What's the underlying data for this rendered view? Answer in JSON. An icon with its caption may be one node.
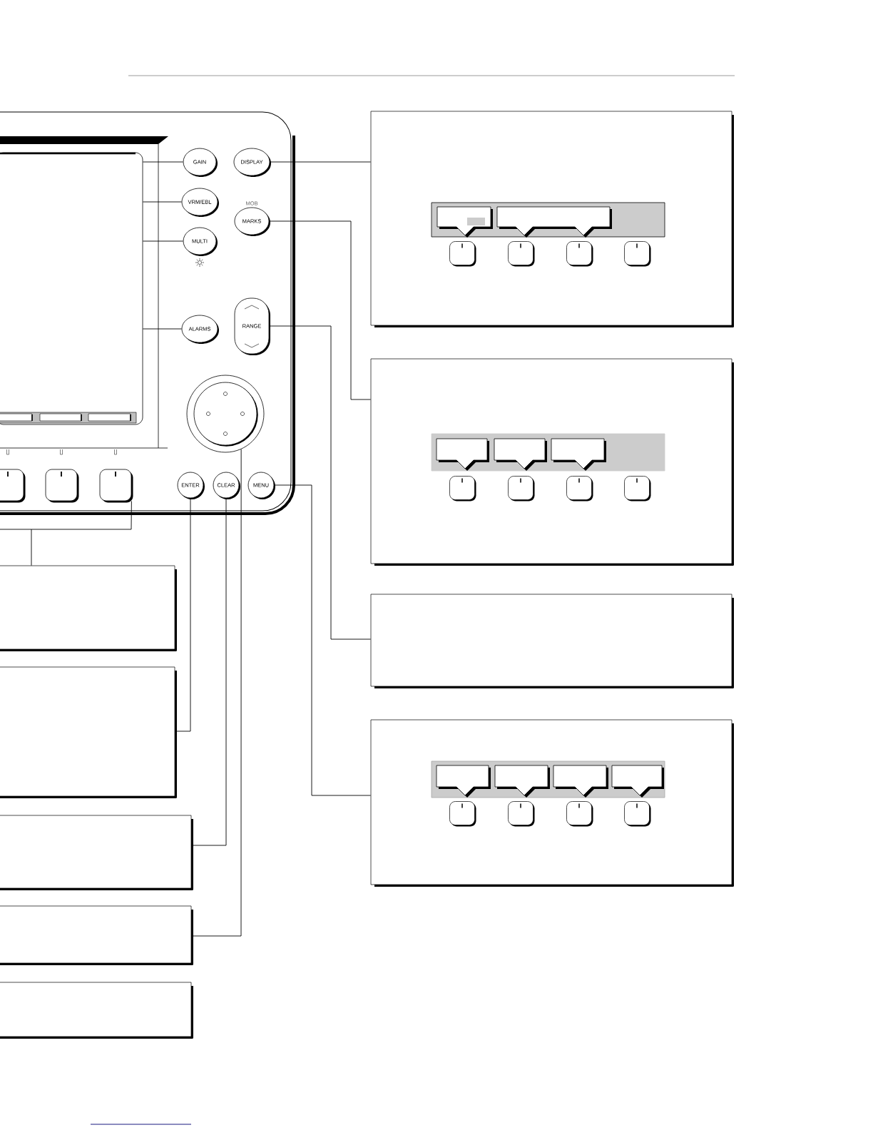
{
  "diagram": {
    "nodes": [
      {
        "text": [
          "GAIN"
        ]
      },
      {
        "text": [
          "DISPLAY"
        ]
      },
      {
        "text": [
          "VRM/EBL"
        ]
      },
      {
        "text": [
          "MARKS"
        ],
        "beside": [
          "MOB"
        ]
      },
      {
        "text": [
          "MULTI"
        ]
      },
      {
        "text": [
          "ALARMS"
        ]
      },
      {
        "text": [
          "RANGE"
        ]
      },
      {
        "text": [],
        "shape": "circle"
      },
      {
        "text": [],
        "shape": "button"
      },
      {
        "text": [],
        "shape": "button"
      },
      {
        "text": [],
        "shape": "button"
      },
      {
        "text": [
          "ENTER"
        ]
      },
      {
        "text": [
          "CLEAR"
        ]
      },
      {
        "text": [
          "MENU"
        ]
      },
      {
        "text": [],
        "shape": "box"
      },
      {
        "text": [],
        "shape": "box"
      },
      {
        "text": [],
        "shape": "box"
      },
      {
        "text": [],
        "shape": "box"
      },
      {
        "text": [],
        "shape": "box"
      },
      {
        "text": [],
        "shape": "box"
      },
      {
        "text": [],
        "shape": "box"
      },
      {
        "text": [],
        "shape": "box"
      },
      {
        "text": [],
        "shape": "box"
      },
      {
        "text": [],
        "shape": "box"
      }
    ],
    "edges": [
      {
        "from": 0,
        "to": 23,
        "arrow": "none"
      },
      {
        "from": 2,
        "to": 23,
        "arrow": "none"
      },
      {
        "from": 4,
        "to": 23,
        "arrow": "none"
      },
      {
        "from": 5,
        "to": 23,
        "arrow": "none"
      },
      {
        "from": 1,
        "to": 14,
        "arrow": "none"
      },
      {
        "from": 3,
        "to": 15,
        "arrow": "none"
      },
      {
        "from": 6,
        "to": 16,
        "arrow": "none"
      },
      {
        "from": 13,
        "to": 17,
        "arrow": "none"
      },
      {
        "from": 10,
        "to": 18,
        "arrow": "none"
      },
      {
        "from": 11,
        "to": 19,
        "arrow": "none"
      },
      {
        "from": 12,
        "to": 20,
        "arrow": "none"
      },
      {
        "from": 7,
        "to": 21,
        "arrow": "none"
      }
    ]
  }
}
